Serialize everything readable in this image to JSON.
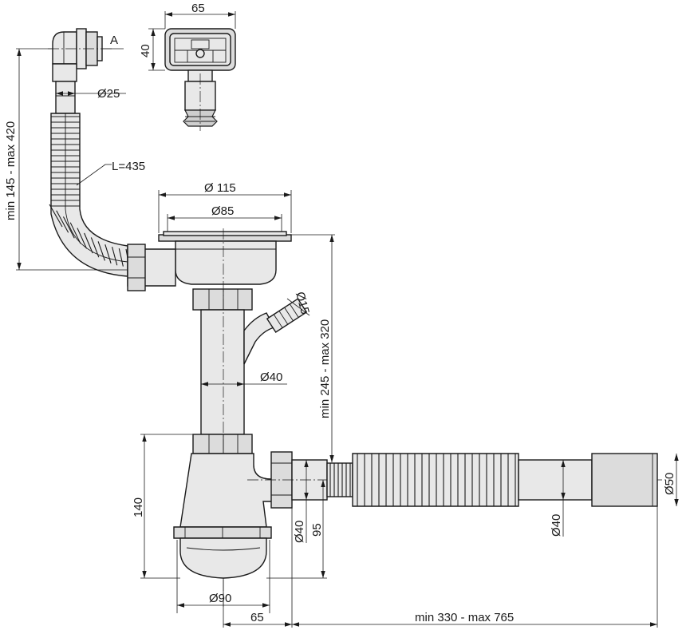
{
  "labels": {
    "overflow_width": "65",
    "overflow_height": "40",
    "mark_a": "A",
    "overflow_pipe_diameter": "Ø25",
    "overflow_hose_length": "L=435",
    "overflow_height_range": "min 145 - max 420",
    "strainer_outer_diameter": "Ø 115",
    "strainer_inner_diameter": "Ø85",
    "branch_diameter": "Ø15",
    "drop_height_range": "min 245 - max 320",
    "column_diameter": "Ø40",
    "trap_height": "140",
    "trap_outlet_diameter": "Ø40",
    "trap_outlet_height": "95",
    "trap_diameter": "Ø90",
    "outlet_offset": "65",
    "outlet_length_range": "min 330 - max 765",
    "hose_diameter": "Ø40",
    "end_diameter": "Ø50"
  }
}
